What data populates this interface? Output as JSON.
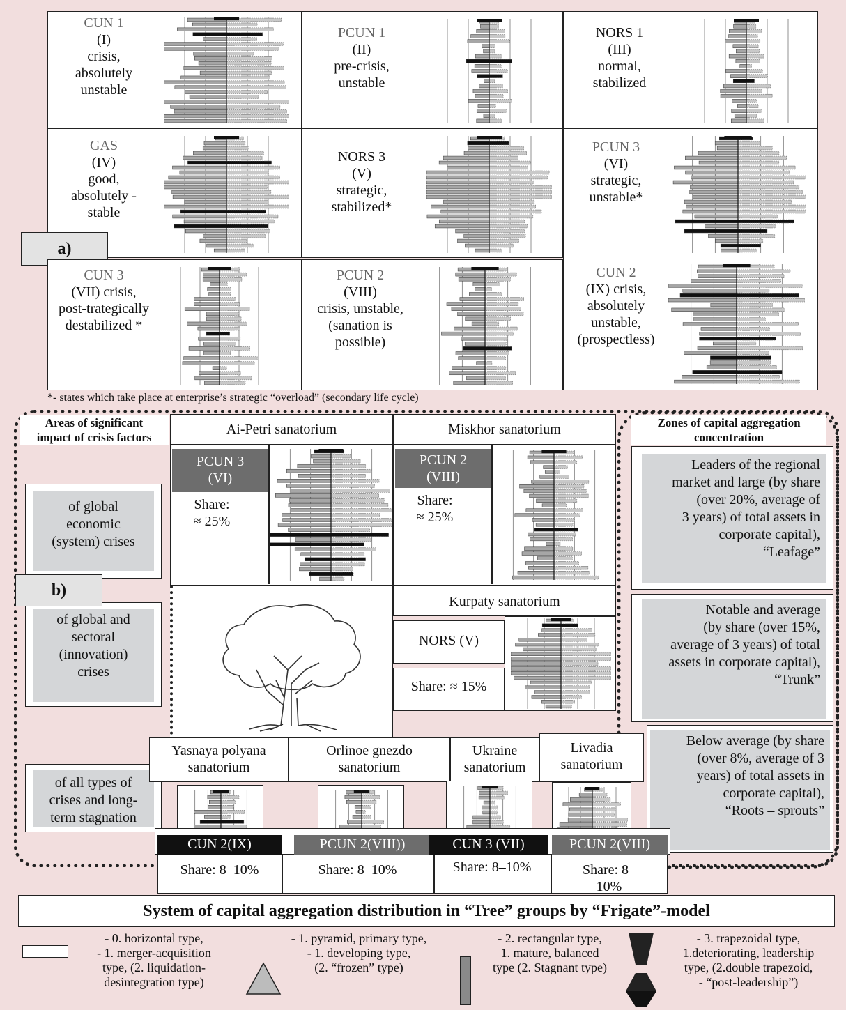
{
  "grid_a": {
    "label": "a)",
    "cells": [
      {
        "code": "CUN 1",
        "desc": "(I)\ncrisis,\nabsolutely\nunstable"
      },
      {
        "code": "PCUN 1",
        "desc": "(II)\npre-crisis,\nunstable"
      },
      {
        "code": "NORS 1",
        "desc": "(III)\nnormal,\nstabilized"
      },
      {
        "code": "GAS",
        "desc": "(IV)\ngood,\nabsolutely -\nstable"
      },
      {
        "code": "NORS 3",
        "desc": "(V)\nstrategic,\nstabilized*"
      },
      {
        "code": "PCUN 3",
        "desc": "(VI)\nstrategic,\nunstable*"
      },
      {
        "code": "CUN 3",
        "desc": "(VII) crisis,\npost-trategically\ndestabilized *"
      },
      {
        "code": "PCUN 2",
        "desc": "(VIII)\ncrisis, unstable,\n(sanation is\npossible)"
      },
      {
        "code": "CUN 2",
        "desc": "(IX) crisis,\nabsolutely\nunstable,\n(prospectless)"
      }
    ],
    "footnote": "*- states which take place at enterprise’s strategic “overload” (secondary life cycle)"
  },
  "section_b": {
    "label": "b)",
    "left_title": "Areas of significant\nimpact of crisis factors",
    "left_items": [
      "of global\neconomic\n(system) crises",
      "of global and\nsectoral\n(innovation)\ncrises",
      "of all types of\ncrises and long-\nterm stagnation"
    ],
    "right_title": "Zones of capital aggregation\nconcentration",
    "right_items": [
      "Leaders of the regional\nmarket and large (by share\n(over 20%, average of\n3 years) of total assets in\ncorporate capital),\n“Leafage”",
      "Notable and average\n(by share (over 15%,\naverage of 3 years) of total\nassets in corporate capital),\n“Trunk”",
      "Below average (by share\n(over 8%, average of 3\nyears) of total assets in\ncorporate capital),\n“Roots – sprouts”"
    ],
    "sanatoria_top": [
      {
        "name": "Ai-Petri sanatorium",
        "state": "PCUN 3\n(VI)",
        "share": "Share:\n≈ 25%"
      },
      {
        "name": "Miskhor sanatorium",
        "state": "PCUN 2\n(VIII)",
        "share": "Share:\n≈ 25%"
      }
    ],
    "sanatorium_mid": {
      "name": "Kurpaty sanatorium",
      "state": "NORS (V)",
      "share": "Share: ≈ 15%"
    },
    "sanatoria_bottom": [
      {
        "name": "Yasnaya polyana\nsanatorium",
        "state": "CUN 2(IX)",
        "share": "Share: 8–10%"
      },
      {
        "name": "Orlinoe gnezdo\nsanatorium",
        "state": "PCUN 2(VIII))",
        "share": "Share: 8–10%"
      },
      {
        "name": "Ukraine\nsanatorium",
        "state": "CUN 3 (VII)",
        "share": "Share: 8–10%"
      },
      {
        "name": "Livadia\nsanatorium",
        "state": "PCUN 2(VIII)",
        "share": "Share: 8–\n10%"
      }
    ]
  },
  "main_title": "System of capital aggregation distribution in “Tree” groups by “Frigate”-model",
  "legend": [
    {
      "icon": "rectangle-outline-icon",
      "text": "- 0. horizontal type,\n- 1. merger-acquisition\ntype, (2. liquidation-\ndesintegration type)"
    },
    {
      "icon": "triangle-icon",
      "text": "- 1. pyramid, primary type,\n- 1. developing type,\n(2. “frozen” type)"
    },
    {
      "icon": "vertical-bar-icon",
      "text": "- 2. rectangular type,\n1. mature, balanced\ntype (2. Stagnant type)"
    },
    {
      "icon": "trapezoid-icon",
      "text": "- 3. trapezoidal type,\n1.deteriorating, leadership\ntype, (2.double trapezoid,\n- “post-leadership”)"
    }
  ],
  "colors": {
    "background": "#f2dede",
    "tag_dark": "#111111",
    "tag_gray": "#6d6d6d",
    "panel_gray": "#d4d6d8",
    "bar_gray": "#a6a6a6"
  }
}
